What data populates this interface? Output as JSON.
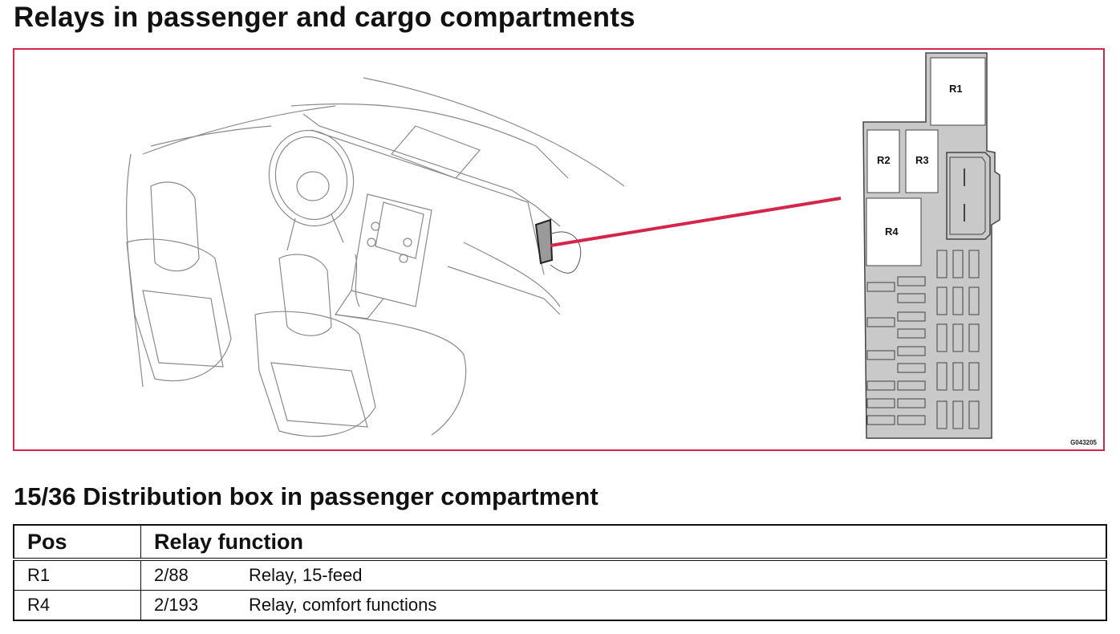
{
  "page": {
    "title": "Relays in passenger and cargo compartments",
    "section_title": "15/36 Distribution box in passenger compartment"
  },
  "figure": {
    "reference_code": "G043205",
    "fusebox_labels": [
      "R1",
      "R2",
      "R3",
      "R4"
    ],
    "colors": {
      "frame": "#d4264a",
      "leader_line": "#d4264a",
      "fusebox_fill": "#c9c9c9"
    }
  },
  "table": {
    "headers": {
      "pos": "Pos",
      "function": "Relay function"
    },
    "rows": [
      {
        "pos": "R1",
        "code": "2/88",
        "function": "Relay, 15-feed"
      },
      {
        "pos": "R4",
        "code": "2/193",
        "function": "Relay, comfort functions"
      }
    ]
  }
}
